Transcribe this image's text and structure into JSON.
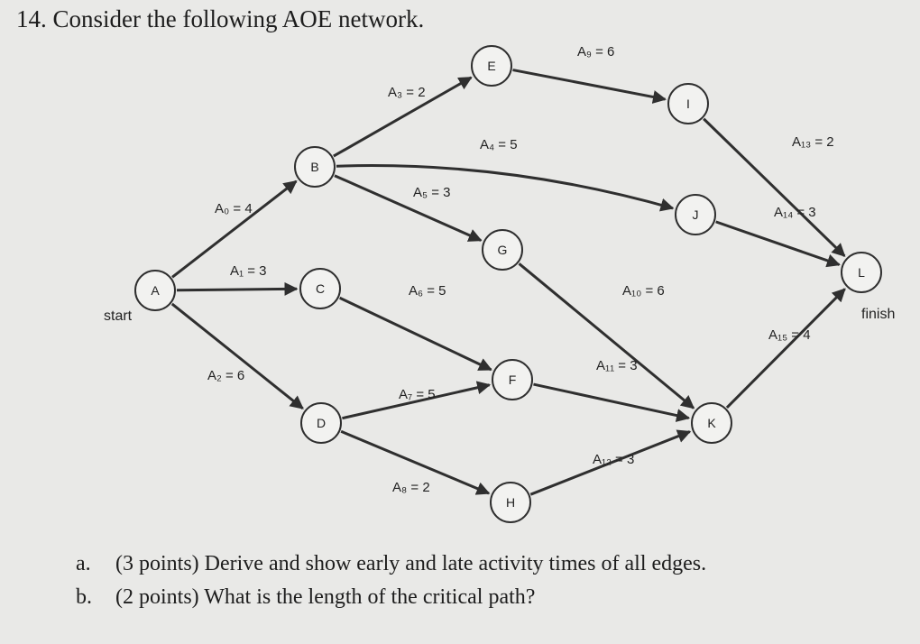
{
  "heading": "14. Consider the following AOE network.",
  "start_label": "start",
  "finish_label": "finish",
  "nodes": [
    {
      "id": "A",
      "label": "A"
    },
    {
      "id": "B",
      "label": "B"
    },
    {
      "id": "C",
      "label": "C"
    },
    {
      "id": "D",
      "label": "D"
    },
    {
      "id": "E",
      "label": "E"
    },
    {
      "id": "G",
      "label": "G"
    },
    {
      "id": "F",
      "label": "F"
    },
    {
      "id": "H",
      "label": "H"
    },
    {
      "id": "I",
      "label": "I"
    },
    {
      "id": "J",
      "label": "J"
    },
    {
      "id": "K",
      "label": "K"
    },
    {
      "id": "L",
      "label": "L"
    }
  ],
  "edges": [
    {
      "id": "a0",
      "name": "A",
      "sub": "0",
      "value": 4,
      "from": "A",
      "to": "B"
    },
    {
      "id": "a1",
      "name": "A",
      "sub": "1",
      "value": 3,
      "from": "A",
      "to": "C"
    },
    {
      "id": "a2",
      "name": "A",
      "sub": "2",
      "value": 6,
      "from": "A",
      "to": "D"
    },
    {
      "id": "a3",
      "name": "A",
      "sub": "3",
      "value": 2,
      "from": "B",
      "to": "E"
    },
    {
      "id": "a4",
      "name": "A",
      "sub": "4",
      "value": 5,
      "from": "B",
      "to": "J"
    },
    {
      "id": "a5",
      "name": "A",
      "sub": "5",
      "value": 3,
      "from": "B",
      "to": "G"
    },
    {
      "id": "a6",
      "name": "A",
      "sub": "6",
      "value": 5,
      "from": "C",
      "to": "F"
    },
    {
      "id": "a7",
      "name": "A",
      "sub": "7",
      "value": 5,
      "from": "D",
      "to": "F"
    },
    {
      "id": "a8",
      "name": "A",
      "sub": "8",
      "value": 2,
      "from": "D",
      "to": "H"
    },
    {
      "id": "a9",
      "name": "A",
      "sub": "9",
      "value": 6,
      "from": "E",
      "to": "I"
    },
    {
      "id": "a10",
      "name": "A",
      "sub": "10",
      "value": 6,
      "from": "G",
      "to": "K"
    },
    {
      "id": "a11",
      "name": "A",
      "sub": "11",
      "value": 3,
      "from": "F",
      "to": "K"
    },
    {
      "id": "a12",
      "name": "A",
      "sub": "12",
      "value": 3,
      "from": "H",
      "to": "K"
    },
    {
      "id": "a13",
      "name": "A",
      "sub": "13",
      "value": 2,
      "from": "I",
      "to": "L"
    },
    {
      "id": "a14",
      "name": "A",
      "sub": "14",
      "value": 3,
      "from": "J",
      "to": "L"
    },
    {
      "id": "a15",
      "name": "A",
      "sub": "15",
      "value": 4,
      "from": "K",
      "to": "L"
    }
  ],
  "questions": [
    {
      "letter": "a.",
      "text": "(3 points) Derive and show early and late activity times of all edges."
    },
    {
      "letter": "b.",
      "text": "(2 points) What is the length of the critical path?"
    }
  ]
}
